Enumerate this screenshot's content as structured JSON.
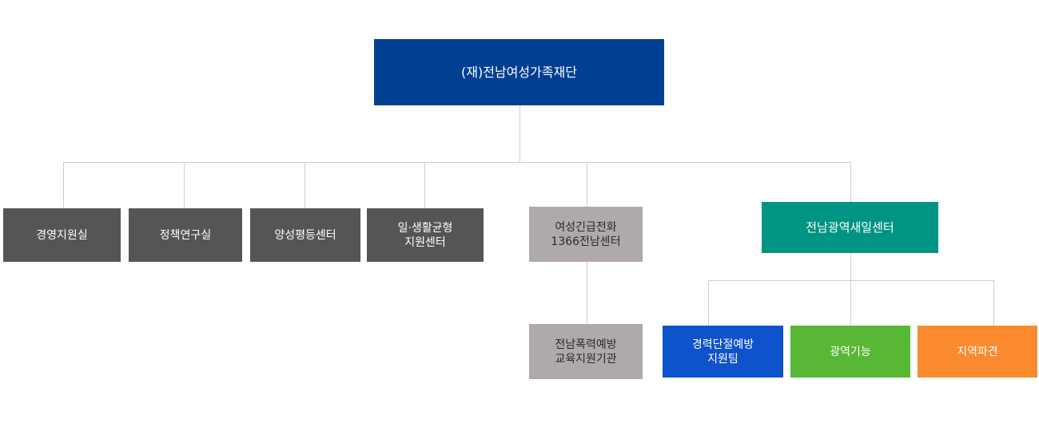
{
  "root": {
    "label": "(재)전남여성가족재단",
    "color": "#003f92"
  },
  "departments": [
    {
      "id": "management",
      "lines": [
        "경영지원실"
      ]
    },
    {
      "id": "policy",
      "lines": [
        "정책연구실"
      ]
    },
    {
      "id": "equality",
      "lines": [
        "양성평등센터"
      ]
    },
    {
      "id": "worklife",
      "lines": [
        "일·생활균형",
        "지원센터"
      ]
    },
    {
      "id": "hotline",
      "lines": [
        "여성긴급전화",
        "1366전남센터"
      ]
    },
    {
      "id": "saeil",
      "lines": [
        "전남광역새일센터"
      ]
    }
  ],
  "sub_units": {
    "hotline": [
      {
        "id": "violence-prevention",
        "lines": [
          "전남폭력예방",
          "교육지원기관"
        ]
      }
    ],
    "saeil": [
      {
        "id": "career-break",
        "lines": [
          "경력단절예방",
          "지원팀"
        ]
      },
      {
        "id": "regional-function",
        "lines": [
          "광역기능"
        ]
      },
      {
        "id": "regional-dispatch",
        "lines": [
          "지역파견"
        ]
      }
    ]
  },
  "colors": {
    "dark": "#555555",
    "grey": "#b0a9a9",
    "teal": "#009482",
    "blue": "#0e52cc",
    "green": "#58b735",
    "orange": "#fb8a2e",
    "connector": "#cfcfcf"
  }
}
